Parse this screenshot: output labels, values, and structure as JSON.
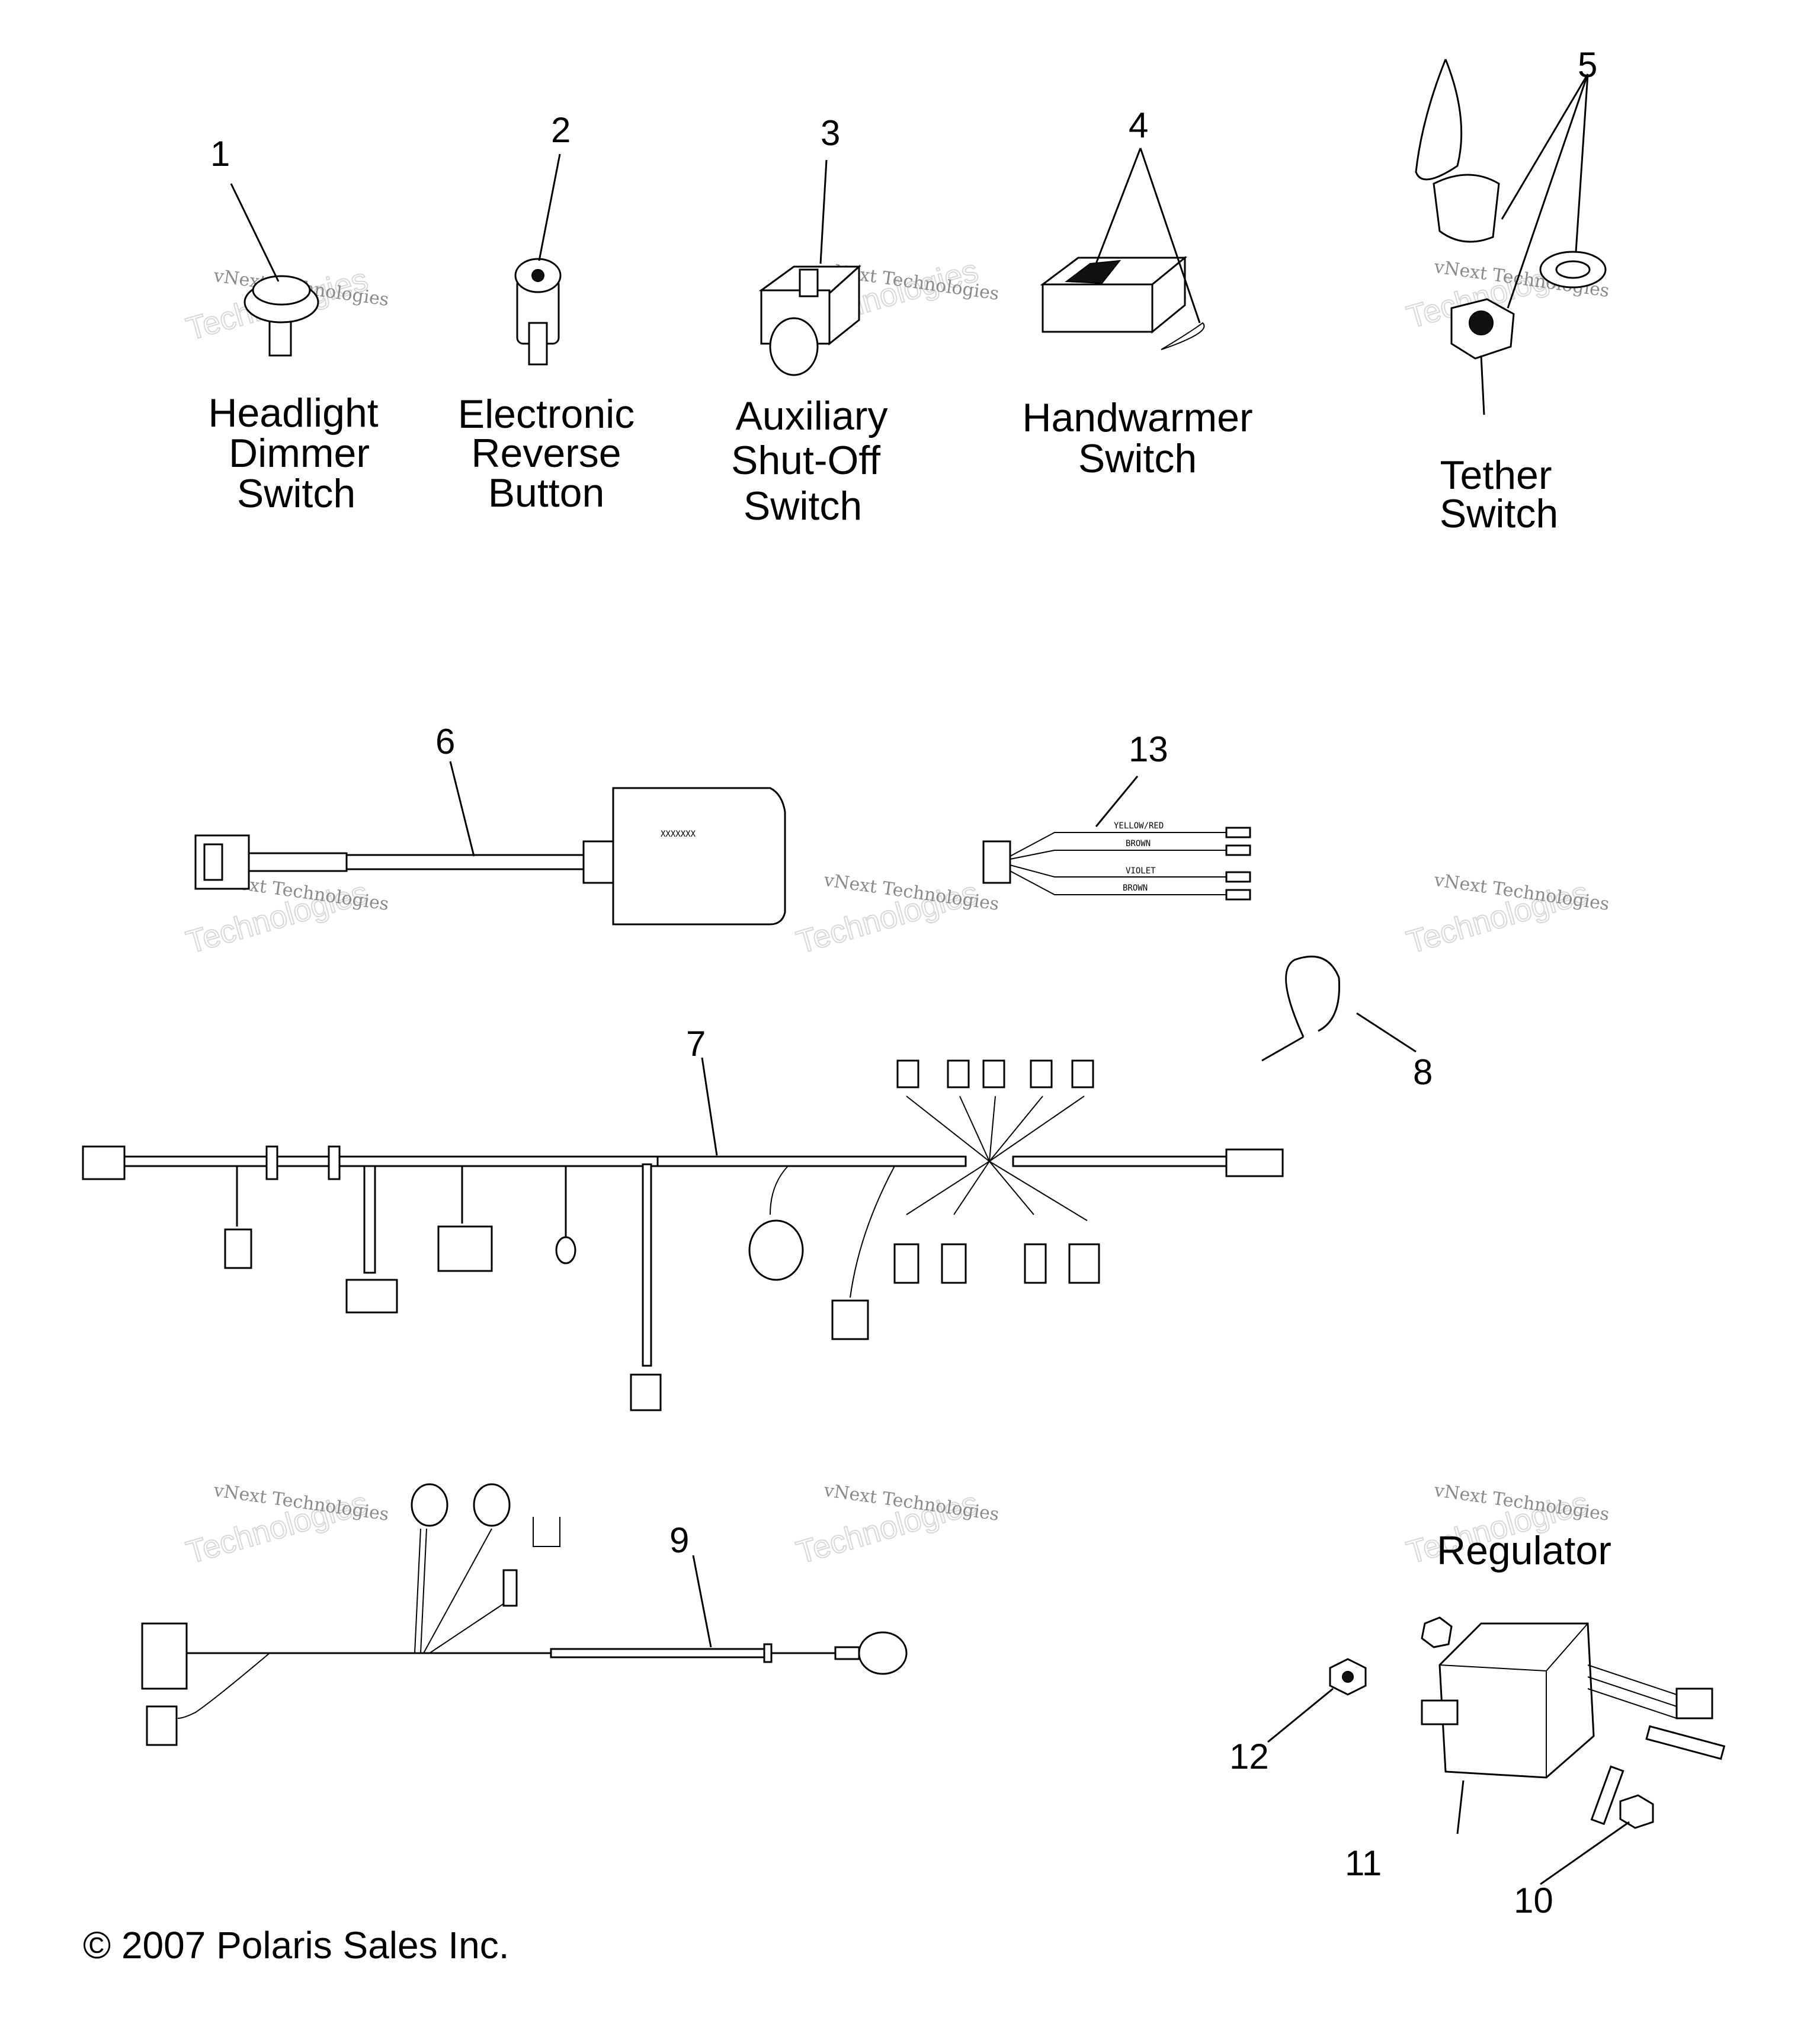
{
  "callouts": [
    "1",
    "2",
    "3",
    "4",
    "5",
    "6",
    "7",
    "8",
    "9",
    "10",
    "11",
    "12",
    "13"
  ],
  "labels": {
    "headlight": [
      "Headlight",
      "Dimmer",
      "Switch"
    ],
    "reverse": [
      "Electronic",
      "Reverse",
      "Button"
    ],
    "auxiliary": [
      "Auxiliary",
      "Shut-Off",
      "Switch"
    ],
    "handwarmer": [
      "Handwarmer",
      "Switch"
    ],
    "tether": [
      "Tether",
      "Switch"
    ],
    "regulator": "Regulator"
  },
  "module_marking": "XXXXXXX",
  "harness13_wires": [
    "YELLOW/RED",
    "BROWN",
    "VIOLET",
    "BROWN"
  ],
  "watermark": {
    "line1": "vNext Technologies",
    "line2": "Technologies"
  },
  "copyright": "© 2007 Polaris Sales Inc."
}
